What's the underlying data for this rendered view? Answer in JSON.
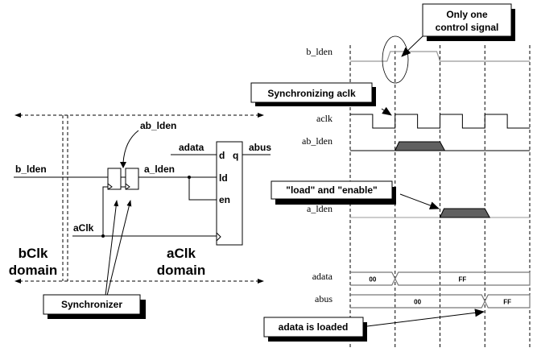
{
  "circuit": {
    "signals": {
      "b_lden": "b_lden",
      "ab_lden": "ab_lden",
      "a_lden": "a_lden",
      "adata": "adata",
      "abus": "abus",
      "aclk": "aClk"
    },
    "register_ports": {
      "d": "d",
      "q": "q",
      "ld": "ld",
      "en": "en"
    },
    "domains": {
      "bclk_line1": "bClk",
      "bclk_line2": "domain",
      "aclk_line1": "aClk",
      "aclk_line2": "domain"
    }
  },
  "callouts": {
    "only_one_line1": "Only one",
    "only_one_line2": "control signal",
    "synchronizing": "Synchronizing aclk",
    "load_enable": "\"load\" and \"enable\"",
    "adata_loaded": "adata is loaded",
    "synchronizer": "Synchronizer"
  },
  "timing": {
    "labels": {
      "b_lden": "b_lden",
      "aclk": "aclk",
      "ab_lden": "ab_lden",
      "a_lden": "a_lden",
      "adata": "adata",
      "abus": "abus"
    },
    "cycles": 4,
    "adata_values": [
      "00",
      "FF"
    ],
    "abus_values": [
      "00",
      "FF"
    ],
    "adata_change_edge": 1,
    "abus_change_edge": 3,
    "b_lden_high_cycle": 1,
    "ab_lden_high_cycle": 1,
    "a_lden_high_cycle": 2
  },
  "colors": {
    "ink": "#000000",
    "grey_signal": "#999999",
    "pulse_fill": "#606060"
  }
}
